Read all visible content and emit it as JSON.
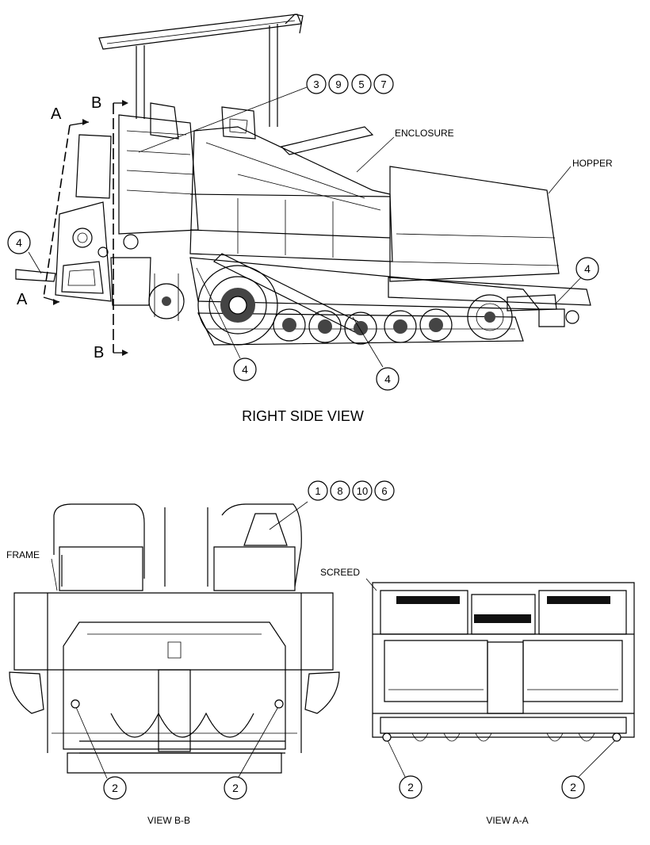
{
  "views": {
    "right_side": {
      "title": "RIGHT SIDE VIEW"
    },
    "b_b": {
      "title": "VIEW B-B"
    },
    "a_a": {
      "title": "VIEW A-A"
    }
  },
  "section_marks": {
    "a": "A",
    "b": "B"
  },
  "labels": {
    "enclosure": "ENCLOSURE",
    "hopper": "HOPPER",
    "frame": "FRAME",
    "screed": "SCREED"
  },
  "callouts": {
    "c3": "3",
    "c9": "9",
    "c5": "5",
    "c7": "7",
    "c4": "4",
    "c1": "1",
    "c8": "8",
    "c10": "10",
    "c6": "6",
    "c2": "2"
  }
}
